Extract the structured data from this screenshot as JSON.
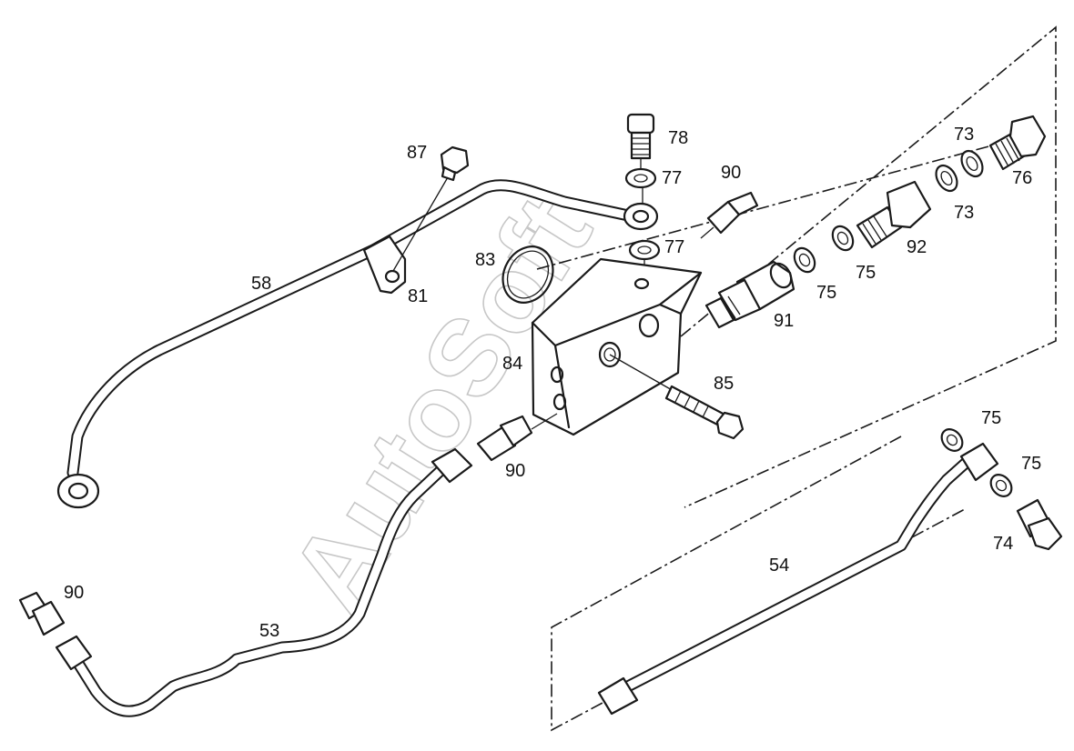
{
  "watermark": {
    "text": "AutoSoft"
  },
  "callouts": {
    "c87": "87",
    "c78": "78",
    "c77a": "77",
    "c77b": "77",
    "c90a": "90",
    "c73a": "73",
    "c73b": "73",
    "c76": "76",
    "c92": "92",
    "c75a": "75",
    "c75b": "75",
    "c91": "91",
    "c83": "83",
    "c58": "58",
    "c81": "81",
    "c84": "84",
    "c85": "85",
    "c90b": "90",
    "c90c": "90",
    "c53": "53",
    "c54": "54",
    "c75c": "75",
    "c75d": "75",
    "c74": "74"
  }
}
